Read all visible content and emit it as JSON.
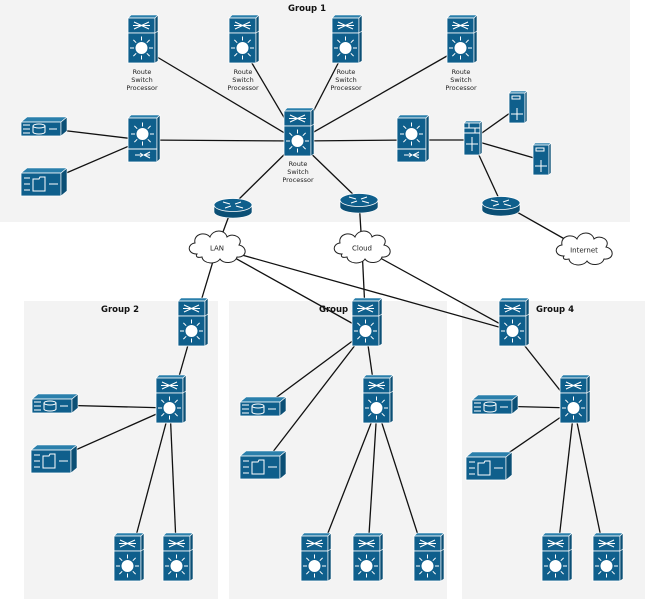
{
  "groups": [
    {
      "id": "group-1",
      "title": "Group 1"
    },
    {
      "id": "group-2",
      "title": "Group 2"
    },
    {
      "id": "group-3",
      "title": "Group 3"
    },
    {
      "id": "group-4",
      "title": "Group 4"
    }
  ],
  "device_labels": {
    "rsp": "Route\nSwitch\nProcessor"
  },
  "clouds": [
    {
      "id": "lan",
      "label": "LAN"
    },
    {
      "id": "cloud",
      "label": "Cloud"
    },
    {
      "id": "internet",
      "label": "Internet"
    }
  ],
  "colors": {
    "device": "#0f5f8c",
    "device_light": "#2a7fab",
    "panel": "#f3f3f3",
    "link": "#111111"
  },
  "devices": [
    {
      "id": "g1-rsp-1",
      "type": "rsp",
      "group": "Group 1",
      "labeled": true
    },
    {
      "id": "g1-rsp-2",
      "type": "rsp",
      "group": "Group 1",
      "labeled": true
    },
    {
      "id": "g1-rsp-3",
      "type": "rsp",
      "group": "Group 1",
      "labeled": true
    },
    {
      "id": "g1-rsp-4",
      "type": "rsp",
      "group": "Group 1",
      "labeled": true
    },
    {
      "id": "g1-core",
      "type": "rsp",
      "group": "Group 1",
      "labeled": true
    },
    {
      "id": "g1-switch-left",
      "type": "multilayer-switch",
      "group": "Group 1"
    },
    {
      "id": "g1-storage",
      "type": "storage",
      "group": "Group 1"
    },
    {
      "id": "g1-fileserver",
      "type": "file-server",
      "group": "Group 1"
    },
    {
      "id": "g1-switch-right",
      "type": "multilayer-switch",
      "group": "Group 1"
    },
    {
      "id": "g1-firewall",
      "type": "firewall",
      "group": "Group 1"
    },
    {
      "id": "g1-server-a",
      "type": "server",
      "group": "Group 1"
    },
    {
      "id": "g1-server-b",
      "type": "server",
      "group": "Group 1"
    },
    {
      "id": "g1-router-lan",
      "type": "router",
      "group": "Group 1"
    },
    {
      "id": "g1-router-cloud",
      "type": "router",
      "group": "Group 1"
    },
    {
      "id": "g1-router-internet",
      "type": "router",
      "group": "Group 1"
    }
  ],
  "links": [
    [
      "g1-core",
      "g1-rsp-1"
    ],
    [
      "g1-core",
      "g1-rsp-2"
    ],
    [
      "g1-core",
      "g1-rsp-3"
    ],
    [
      "g1-core",
      "g1-rsp-4"
    ],
    [
      "g1-core",
      "g1-switch-left"
    ],
    [
      "g1-core",
      "g1-switch-right"
    ],
    [
      "g1-core",
      "g1-router-lan"
    ],
    [
      "g1-core",
      "g1-router-cloud"
    ],
    [
      "g1-switch-left",
      "g1-storage"
    ],
    [
      "g1-switch-left",
      "g1-fileserver"
    ],
    [
      "g1-switch-right",
      "g1-firewall"
    ],
    [
      "g1-firewall",
      "g1-server-a"
    ],
    [
      "g1-firewall",
      "g1-server-b"
    ],
    [
      "g1-firewall",
      "g1-router-internet"
    ],
    [
      "g1-router-internet",
      "internet"
    ],
    [
      "g1-router-lan",
      "lan"
    ],
    [
      "g1-router-cloud",
      "cloud"
    ],
    [
      "lan",
      "g2-top"
    ],
    [
      "lan",
      "g3-top"
    ],
    [
      "lan",
      "g4-top"
    ],
    [
      "cloud",
      "g3-top"
    ],
    [
      "cloud",
      "g4-top"
    ],
    [
      "g2-top",
      "g2-mid"
    ],
    [
      "g2-mid",
      "g2-storage"
    ],
    [
      "g2-mid",
      "g2-file"
    ],
    [
      "g2-mid",
      "g2-leaf-1"
    ],
    [
      "g2-mid",
      "g2-leaf-2"
    ],
    [
      "g3-top",
      "g3-mid"
    ],
    [
      "g3-top",
      "g3-storage"
    ],
    [
      "g3-top",
      "g3-file"
    ],
    [
      "g3-mid",
      "g3-leaf-1"
    ],
    [
      "g3-mid",
      "g3-leaf-2"
    ],
    [
      "g3-mid",
      "g3-leaf-3"
    ],
    [
      "g4-top",
      "g4-mid"
    ],
    [
      "g4-mid",
      "g4-storage"
    ],
    [
      "g4-mid",
      "g4-file"
    ],
    [
      "g4-mid",
      "g4-leaf-1"
    ],
    [
      "g4-mid",
      "g4-leaf-2"
    ]
  ]
}
